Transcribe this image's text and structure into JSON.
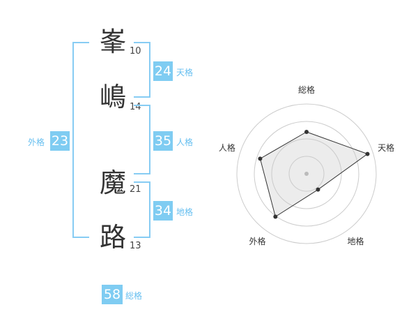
{
  "name": {
    "characters": [
      {
        "char": "峯",
        "strokes": "10"
      },
      {
        "char": "嶋",
        "strokes": "14"
      },
      {
        "char": "魔",
        "strokes": "21"
      },
      {
        "char": "路",
        "strokes": "13"
      }
    ]
  },
  "scores": {
    "tenkaku": {
      "value": "24",
      "label": "天格"
    },
    "jinkaku": {
      "value": "35",
      "label": "人格"
    },
    "chikaku": {
      "value": "34",
      "label": "地格"
    },
    "gaikaku": {
      "value": "23",
      "label": "外格"
    },
    "soukaku": {
      "value": "58",
      "label": "総格"
    }
  },
  "colors": {
    "accent": "#7fccf2",
    "label": "#67bff0",
    "bracket": "#87ccf3",
    "text": "#333333",
    "radar_fill": "#ececec",
    "radar_ring": "#cccccc",
    "polygon_stroke": "#333333"
  },
  "chart_data": {
    "type": "radar",
    "axes": [
      "総格",
      "天格",
      "地格",
      "外格",
      "人格"
    ],
    "values": [
      3.0,
      4.6,
      1.4,
      3.8,
      3.5
    ],
    "range": [
      0,
      5
    ],
    "rings": 4,
    "grid": true
  }
}
